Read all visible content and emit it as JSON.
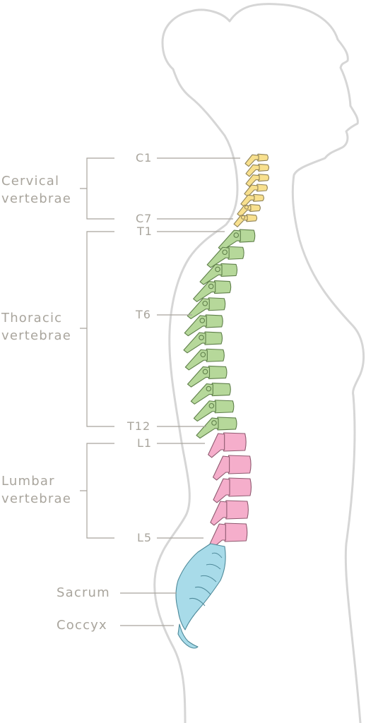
{
  "colors": {
    "background": "#ffffff",
    "body_outline": "#d6d6d6",
    "label_text": "#a9a59d",
    "cervical_fill": "#f8e08e",
    "cervical_stroke": "#8f8258",
    "thoracic_fill": "#b6d89a",
    "thoracic_stroke": "#5f7f4a",
    "lumbar_fill": "#f5aecb",
    "lumbar_stroke": "#8f5a70",
    "sacrum_fill": "#a8dbe9",
    "sacrum_stroke": "#4f8a9a"
  },
  "groups": [
    {
      "id": "cervical",
      "lines": [
        "Cervical",
        "vertebrae"
      ]
    },
    {
      "id": "thoracic",
      "lines": [
        "Thoracic",
        "vertebrae"
      ]
    },
    {
      "id": "lumbar",
      "lines": [
        "Lumbar",
        "vertebrae"
      ]
    }
  ],
  "labels": {
    "c1": "C1",
    "c7": "C7",
    "t1": "T1",
    "t6": "T6",
    "t12": "T12",
    "l1": "L1",
    "l5": "L5",
    "sacrum": "Sacrum",
    "coccyx": "Coccyx"
  },
  "vertebrae_counts": {
    "cervical": 7,
    "thoracic": 12,
    "lumbar": 5
  }
}
